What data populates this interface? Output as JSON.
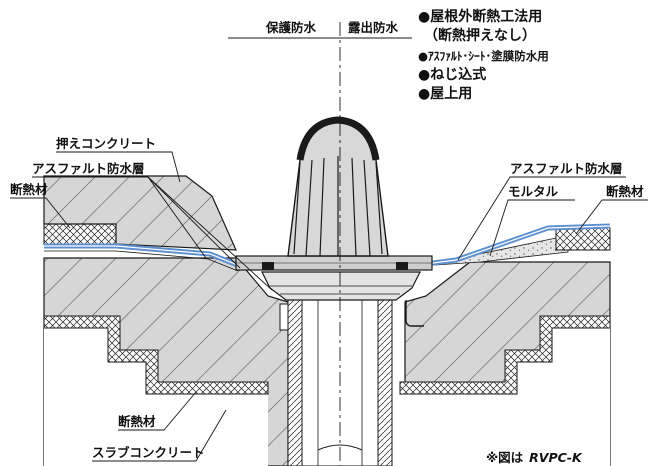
{
  "top_label": {
    "protection": "保護防水",
    "exposed": "露出防水"
  },
  "features": [
    "●屋根外断熱工法用",
    "（断熱押えなし）",
    "●ｱｽﾌｧﾙﾄ･ｼｰﾄ･塗膜防水用",
    "●ねじ込式",
    "●屋上用"
  ],
  "labels": {
    "press_concrete": "押えコンクリート",
    "asphalt_left": "アスファルト防水層",
    "insulation_left": "断熱材",
    "asphalt_right": "アスファルト防水層",
    "mortar": "モルタル",
    "insulation_right": "断熱材",
    "insulation_bottom": "断熱材",
    "slab_concrete": "スラブコンクリート"
  },
  "note": "※図は",
  "model": "RVPC-K",
  "colors": {
    "concrete": "#d6d6d6",
    "waterproof": "#5b8fd0",
    "ink": "#1a1a1a"
  }
}
